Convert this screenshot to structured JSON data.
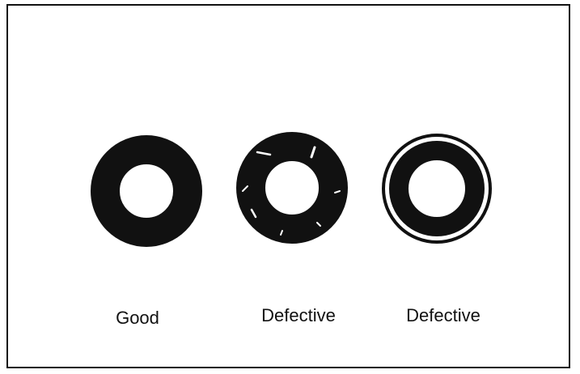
{
  "labels": {
    "ring_good": "Good",
    "ring_defective_cracked": "Defective",
    "ring_defective_split": "Defective"
  },
  "colors": {
    "ink": "#111111",
    "paper": "#ffffff"
  }
}
